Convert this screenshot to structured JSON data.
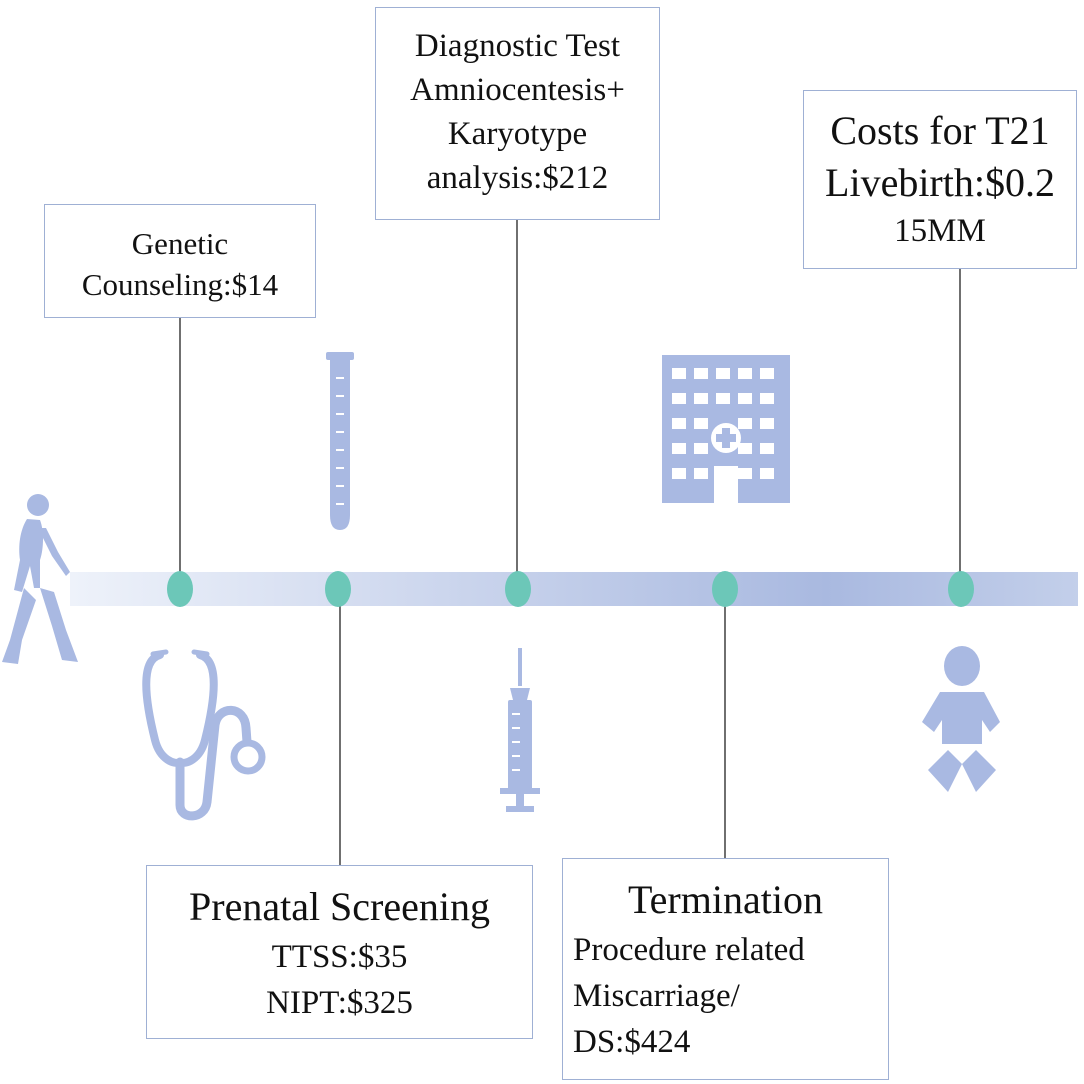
{
  "colors": {
    "timeline_light": "#eef2fa",
    "timeline_dark": "#a9b9e0",
    "marker": "#6cc7b8",
    "icon": "#a9b9e2",
    "box_border": "#9fb0d4",
    "connector": "#222222"
  },
  "icons": [
    "walking-woman-icon",
    "test-tube-icon",
    "hospital-icon",
    "stethoscope-icon",
    "syringe-icon",
    "baby-icon"
  ],
  "boxes": {
    "genetic_counseling": {
      "line1": "Genetic",
      "line2": "Counseling:$14"
    },
    "diagnostic_test": {
      "line1": "Diagnostic Test",
      "line2": "Amniocentesis+",
      "line3": "Karyotype",
      "line4": "analysis:$212"
    },
    "costs_t21": {
      "line1": "Costs for T21",
      "line2": "Livebirth:$0.2",
      "line3": "15MM"
    },
    "prenatal_screening": {
      "title": "Prenatal Screening",
      "line1": "TTSS:$35",
      "line2": "NIPT:$325"
    },
    "termination": {
      "title": "Termination",
      "line1": "Procedure related",
      "line2": "Miscarriage/",
      "line3": "DS:$424"
    }
  }
}
